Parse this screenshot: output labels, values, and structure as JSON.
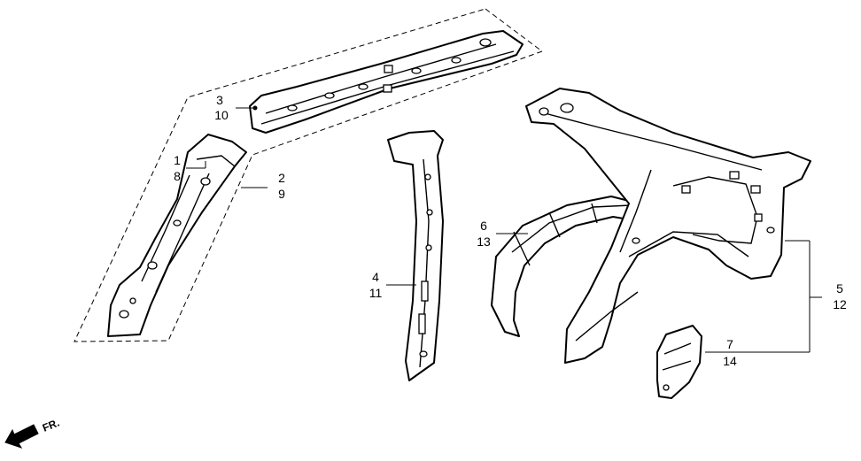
{
  "callouts": [
    {
      "id": "c3-10",
      "top": "3",
      "bottom": "10"
    },
    {
      "id": "c1-8",
      "top": "1",
      "bottom": "8"
    },
    {
      "id": "c2-9",
      "top": "2",
      "bottom": "9"
    },
    {
      "id": "c4-11",
      "top": "4",
      "bottom": "11"
    },
    {
      "id": "c6-13",
      "top": "6",
      "bottom": "13"
    },
    {
      "id": "c5-12",
      "top": "5",
      "bottom": "12"
    },
    {
      "id": "c7-14",
      "top": "7",
      "bottom": "14"
    }
  ],
  "front_indicator": {
    "label": "FR.",
    "icon": "arrow-down-left-icon"
  }
}
